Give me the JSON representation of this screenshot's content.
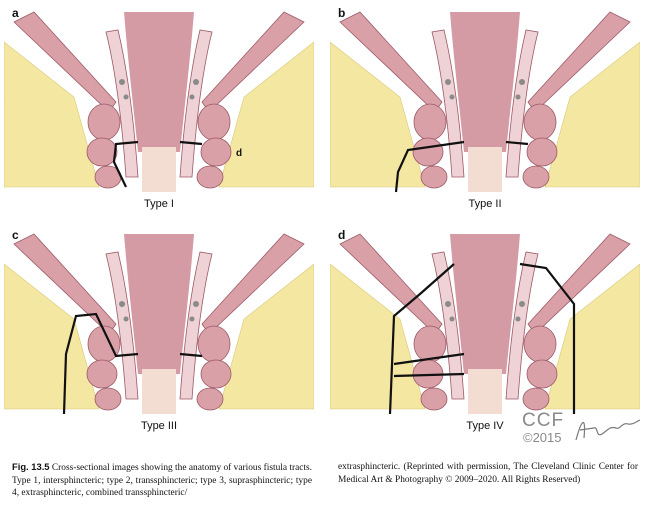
{
  "panels": [
    {
      "letter": "a",
      "type_label": "Type I",
      "marker": "d"
    },
    {
      "letter": "b",
      "type_label": "Type II"
    },
    {
      "letter": "c",
      "type_label": "Type III"
    },
    {
      "letter": "d",
      "type_label": "Type IV"
    }
  ],
  "logo": {
    "text": "CCF",
    "year": "©2015",
    "signature": "Hangrace"
  },
  "caption": {
    "label": "Fig. 13.5",
    "text_left": "Cross-sectional images showing the anatomy of various fistula tracts. Type 1, intersphincteric; type 2, transsphincteric; type 3, suprasphincteric; type 4, extrasphincteric, combined transsphincteric/",
    "text_right": "extrasphincteric. (Reprinted with permission, The Cleveland Clinic Center for Medical Art & Photography © 2009–2020. All Rights Reserved)"
  },
  "colors": {
    "fat": "#f4e7a2",
    "muscle": "#d9a0a8",
    "mucosa": "#c77a86",
    "canal": "#f3dcd2",
    "tract": "#111111"
  }
}
